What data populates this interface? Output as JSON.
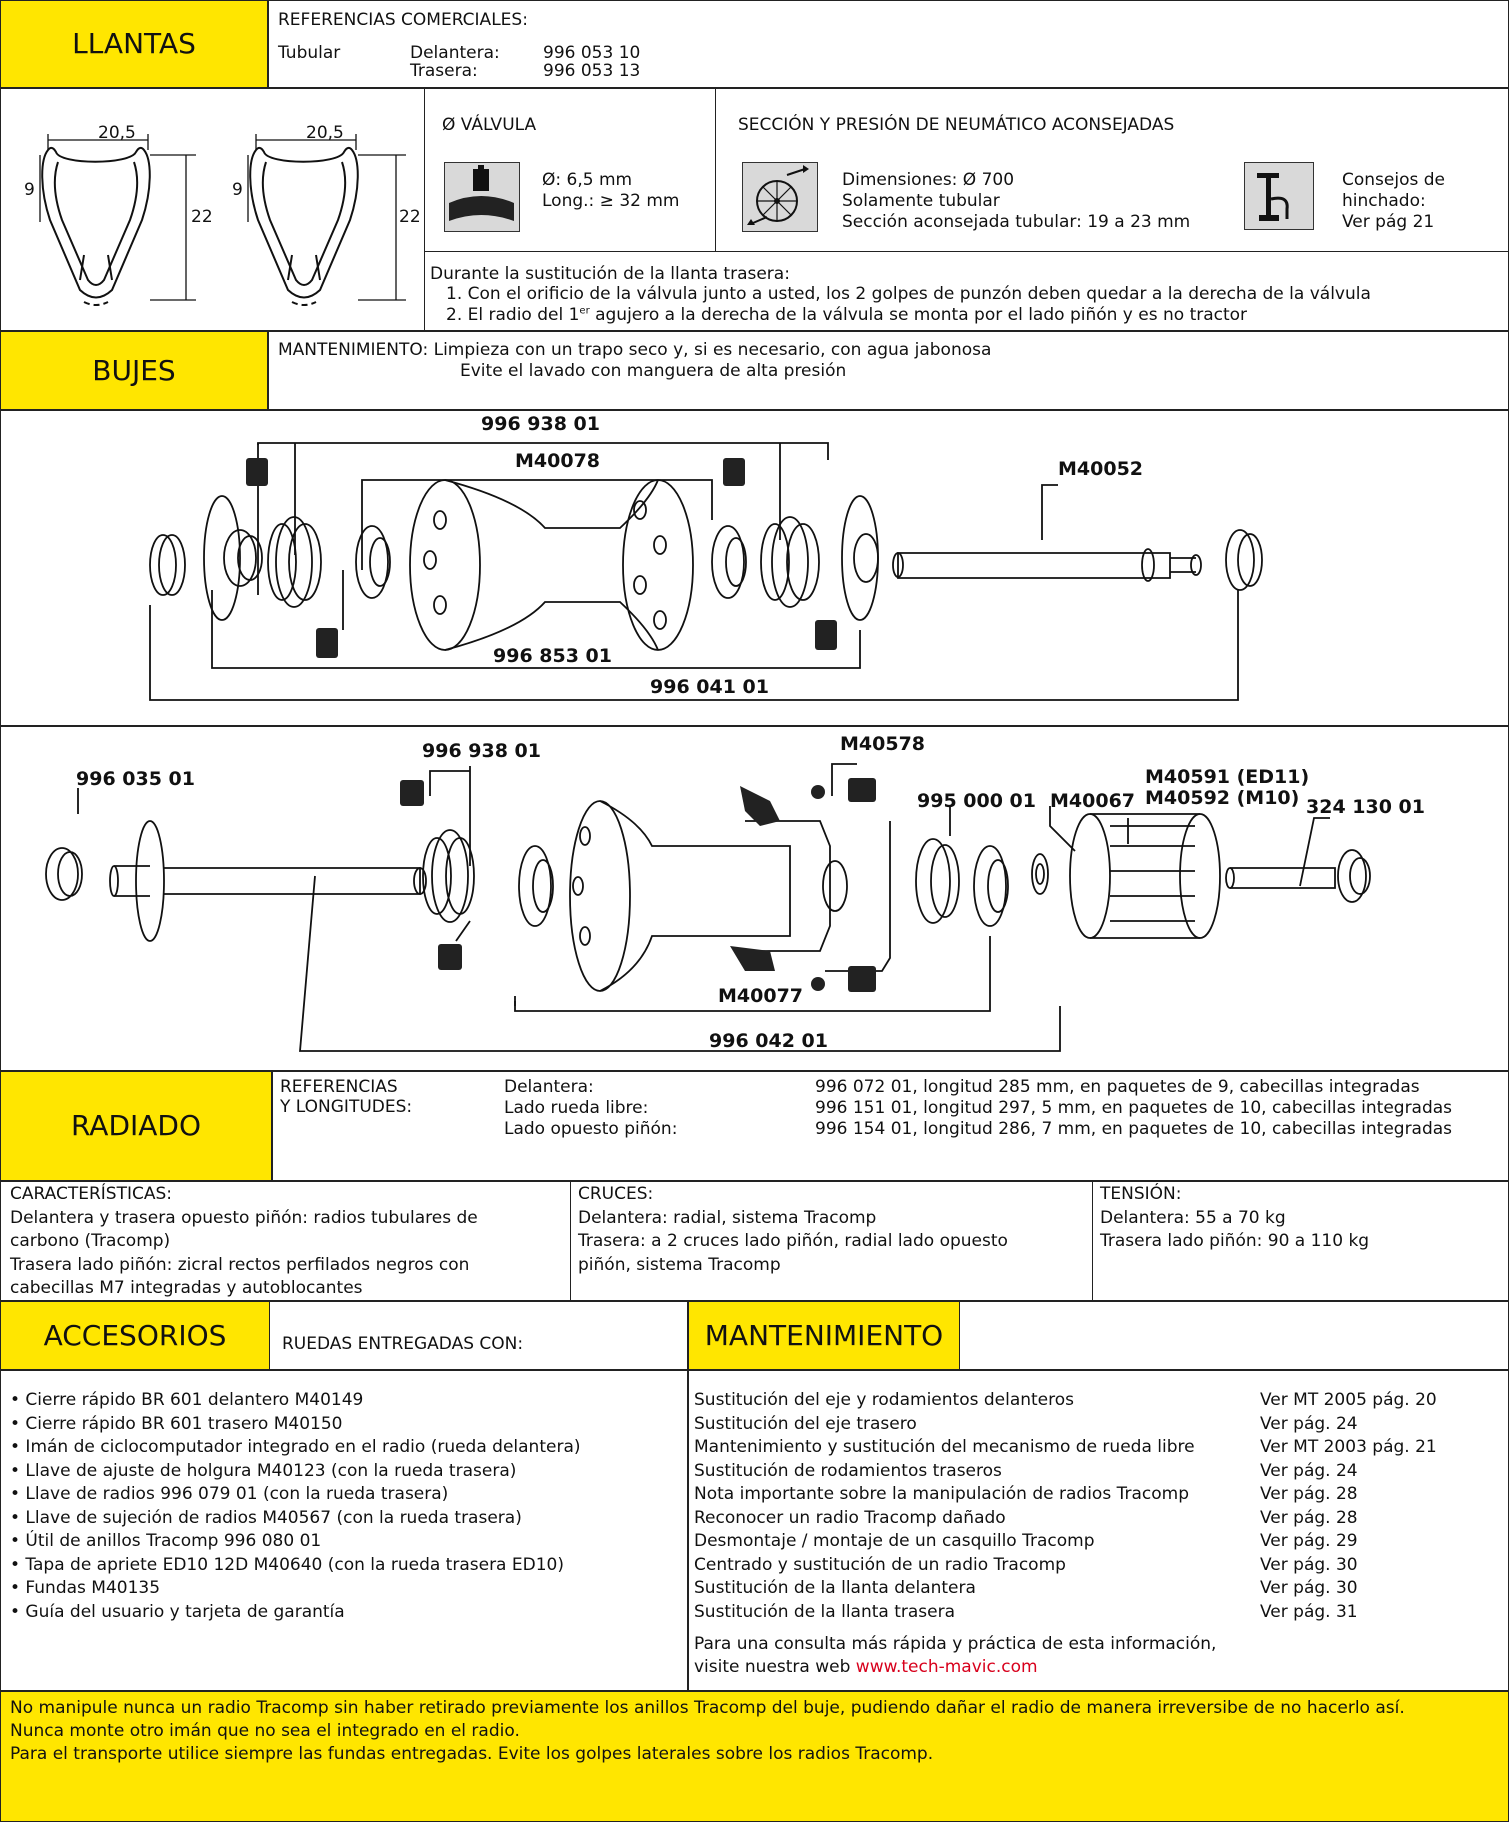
{
  "llantas": {
    "title": "LLANTAS",
    "refs_label": "REFERENCIAS COMERCIALES:",
    "type": "Tubular",
    "front_label": "Delantera:",
    "rear_label": "Trasera:",
    "front_ref": "996 053 10",
    "rear_ref": "996 053 13",
    "rim_width": "20,5",
    "rim_depth_inner": "9",
    "rim_height": "22",
    "valve": {
      "title": "Ø VÁLVULA",
      "diameter": "Ø: 6,5 mm",
      "length": "Long.: ≥ 32 mm"
    },
    "tyre": {
      "title": "SECCIÓN Y PRESIÓN DE NEUMÁTICO ACONSEJADAS",
      "dimensions": "Dimensiones: Ø 700",
      "only": "Solamente tubular",
      "section": "Sección aconsejada tubular: 19 a 23 mm",
      "advice1": "Consejos de",
      "advice2": "hinchado:",
      "advice3": "Ver pág 21"
    },
    "note_title": "Durante la sustitución de la llanta trasera:",
    "note1": "1. Con el orificio de la válvula junto a usted, los 2 golpes de punzón deben quedar a la derecha de la válvula",
    "note2_a": "2. El radio del 1",
    "note2_sup": "er",
    "note2_b": " agujero a la derecha de la válvula se monta por el lado piñón y es no tractor"
  },
  "bujes": {
    "title": "BUJES",
    "maint1": "MANTENIMIENTO: Limpieza con un trapo seco y, si es necesario, con agua jabonosa",
    "maint2": "Evite el lavado con manguera de alta presión",
    "front_parts": {
      "p1": "996 938 01",
      "p2": "M40078",
      "p3": "M40052",
      "p4": "996 853 01",
      "p5": "996 041 01"
    },
    "rear_parts": {
      "p1": "996 035 01",
      "p2": "996 938 01",
      "p3": "M40578",
      "p4": "995 000 01",
      "p5": "M40067",
      "p6": "M40591 (ED11)",
      "p7": "M40592 (M10)",
      "p8": "324 130 01",
      "p9": "M40077",
      "p10": "996 042 01"
    }
  },
  "radiado": {
    "title": "RADIADO",
    "refs1": "REFERENCIAS",
    "refs2": "Y LONGITUDES:",
    "rows": [
      {
        "label": "Delantera:",
        "value": "996 072 01, longitud 285 mm, en paquetes de 9, cabecillas integradas"
      },
      {
        "label": "Lado rueda libre:",
        "value": "996 151 01, longitud 297, 5 mm, en paquetes de 10, cabecillas integradas"
      },
      {
        "label": "Lado opuesto piñón:",
        "value": "996 154 01, longitud 286, 7 mm, en paquetes de 10, cabecillas integradas"
      }
    ],
    "caract": [
      "CARACTERÍSTICAS:",
      "Delantera y trasera opuesto piñón: radios tubulares de",
      "carbono (Tracomp)",
      "Trasera lado piñón: zicral rectos perfilados negros con",
      "cabecillas M7 integradas y autoblocantes"
    ],
    "cruces": [
      "CRUCES:",
      "Delantera: radial, sistema Tracomp",
      "Trasera: a 2 cruces lado piñón, radial lado opuesto",
      "piñón, sistema Tracomp"
    ],
    "tension": [
      "TENSIÓN:",
      "Delantera: 55 a 70 kg",
      "Trasera lado piñón: 90 a 110 kg"
    ]
  },
  "accesorios": {
    "title": "ACCESORIOS",
    "label": "RUEDAS ENTREGADAS CON:",
    "items": [
      "• Cierre rápido BR 601 delantero M40149",
      "• Cierre rápido BR 601 trasero M40150",
      "• Imán de ciclocomputador integrado en el radio (rueda delantera)",
      "• Llave de ajuste de holgura M40123 (con la rueda trasera)",
      "• Llave de radios 996 079 01 (con la rueda trasera)",
      "• Llave de sujeción de radios M40567 (con la rueda trasera)",
      "• Útil de anillos Tracomp 996 080 01",
      "• Tapa de apriete ED10 12D M40640 (con la rueda trasera ED10)",
      "• Fundas M40135",
      "• Guía del usuario y tarjeta de garantía"
    ]
  },
  "mantenimiento": {
    "title": "MANTENIMIENTO",
    "rows": [
      {
        "task": "Sustitución del eje y rodamientos delanteros",
        "ref": "Ver MT 2005 pág. 20"
      },
      {
        "task": "Sustitución del eje trasero",
        "ref": "Ver pág. 24"
      },
      {
        "task": "Mantenimiento y sustitución del mecanismo de rueda libre",
        "ref": "Ver MT 2003 pág. 21"
      },
      {
        "task": "Sustitución de rodamientos traseros",
        "ref": "Ver pág. 24"
      },
      {
        "task": "Nota importante sobre la manipulación de radios Tracomp",
        "ref": "Ver pág. 28"
      },
      {
        "task": "Reconocer un radio Tracomp dañado",
        "ref": "Ver pág. 28"
      },
      {
        "task": "Desmontaje / montaje de un casquillo Tracomp",
        "ref": "Ver pág. 29"
      },
      {
        "task": "Centrado y sustitución de un radio Tracomp",
        "ref": "Ver pág. 30"
      },
      {
        "task": "Sustitución de la llanta delantera",
        "ref": "Ver pág. 30"
      },
      {
        "task": "Sustitución de la llanta trasera",
        "ref": "Ver pág. 31"
      }
    ],
    "web1": "Para una consulta más rápida y práctica de esta información,",
    "web2": "visite nuestra web ",
    "web_link": "www.tech-mavic.com"
  },
  "footer": {
    "line1": "No manipule nunca un radio Tracomp sin haber retirado previamente los anillos Tracomp del buje, pudiendo dañar el radio de manera irreversibe de no hacerlo así.",
    "line2": "Nunca monte otro imán que no sea el integrado en el radio.",
    "line3": "Para el transporte utilice siempre las fundas entregadas. Evite los golpes laterales sobre los radios Tracomp."
  },
  "colors": {
    "accent": "#ffe600",
    "link": "#d8001c"
  }
}
